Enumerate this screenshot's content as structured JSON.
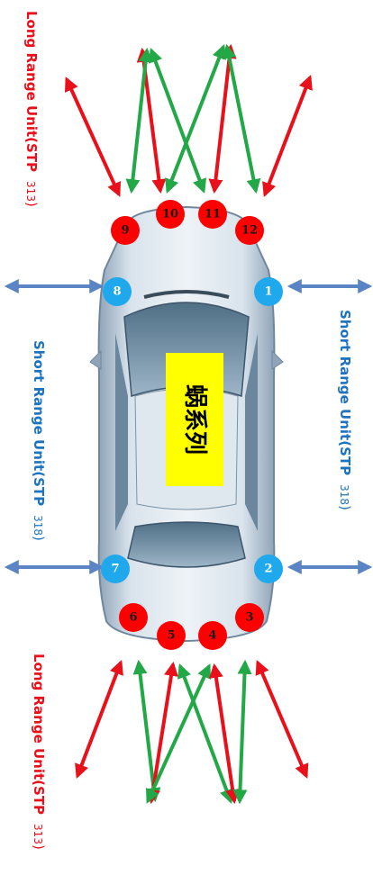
{
  "labels": {
    "long_range_top": {
      "text": "Long Range Unit",
      "paren_open": "(",
      "model": "STP",
      "num": "313",
      "paren_close": ")"
    },
    "long_range_bottom": {
      "text": "Long Range Unit",
      "paren_open": "(",
      "model": "STP",
      "num": "313",
      "paren_close": ")"
    },
    "short_range_left": {
      "text": "Short Range Unit",
      "paren_open": "(",
      "model": "STP",
      "num": "318",
      "paren_close": ")"
    },
    "short_range_right": {
      "text": "Short Range Unit",
      "paren_open": "(",
      "model": "STP",
      "num": "318",
      "paren_close": ")"
    }
  },
  "center_label": "蜗系列",
  "sensors": [
    {
      "id": "1",
      "kind": "short"
    },
    {
      "id": "2",
      "kind": "short"
    },
    {
      "id": "3",
      "kind": "long"
    },
    {
      "id": "4",
      "kind": "long"
    },
    {
      "id": "5",
      "kind": "long"
    },
    {
      "id": "6",
      "kind": "long"
    },
    {
      "id": "7",
      "kind": "short"
    },
    {
      "id": "8",
      "kind": "short"
    },
    {
      "id": "9",
      "kind": "long"
    },
    {
      "id": "10",
      "kind": "long"
    },
    {
      "id": "11",
      "kind": "long"
    },
    {
      "id": "12",
      "kind": "long"
    }
  ],
  "colors": {
    "long_range": "#e8101a",
    "short_range": "#1e73be",
    "red_arrow": "#e8101a",
    "green_arrow": "#22a847",
    "blue_arrow": "#5b84c4",
    "sensor_red": "#ff0000",
    "sensor_blue": "#1fa9ec",
    "center_box": "#ffff00",
    "car_body": "#c9d6e3"
  }
}
